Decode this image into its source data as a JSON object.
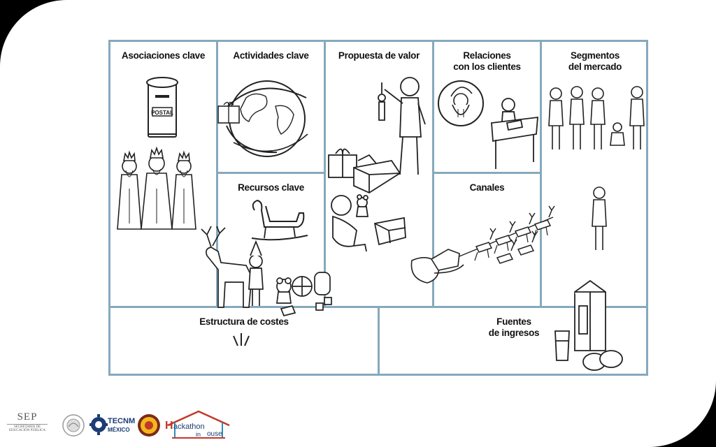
{
  "canvas": {
    "blocks": {
      "key_partners": "Asociaciones clave",
      "key_activities": "Actividades clave",
      "value_proposition": "Propuesta de valor",
      "customer_relationships": "Relaciones\ncon los clientes",
      "customer_segments": "Segmentos\ndel mercado",
      "key_resources": "Recursos clave",
      "channels": "Canales",
      "cost_structure": "Estructura de costes",
      "revenue_streams": "Fuentes\nde ingresos"
    },
    "mailbox_text": "POSTAL"
  },
  "footer": {
    "sep": "SEP",
    "sep_sub1": "SECRETARÍA DE",
    "sep_sub2": "EDUCACIÓN PÚBLICA",
    "tecnm": "TECNM",
    "tecnm_sub": "MÉXICO",
    "hackathon": "ackathon",
    "hackathon_h": "H",
    "hackathon_in": "in",
    "hackathon_house": "ouse"
  },
  "colors": {
    "grid": "#86a9bd",
    "frame": "#000000"
  }
}
